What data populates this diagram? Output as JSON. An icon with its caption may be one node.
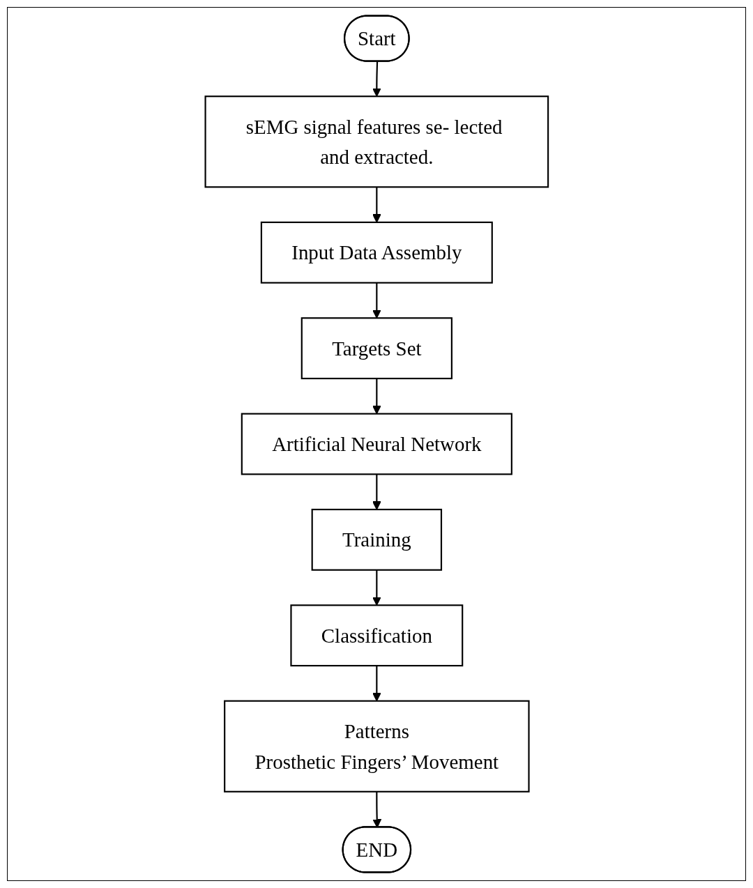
{
  "diagram": {
    "nodes": [
      {
        "text": [
          "Start"
        ]
      },
      {
        "text": [
          "sEMG signal features se- lected and extracted."
        ]
      },
      {
        "text": [
          "Input Data Assembly"
        ]
      },
      {
        "text": [
          "Targets Set"
        ]
      },
      {
        "text": [
          "Artificial Neural Network"
        ]
      },
      {
        "text": [
          "Training"
        ]
      },
      {
        "text": [
          "Classification"
        ]
      },
      {
        "text": [
          "Patterns",
          "Prosthetic Fingers’ Movement"
        ]
      },
      {
        "text": [
          "END"
        ]
      }
    ],
    "edges": [
      {
        "from": 0,
        "to": 1,
        "arrow": "to"
      },
      {
        "from": 1,
        "to": 2,
        "arrow": "to"
      },
      {
        "from": 2,
        "to": 3,
        "arrow": "to"
      },
      {
        "from": 3,
        "to": 4,
        "arrow": "to"
      },
      {
        "from": 4,
        "to": 5,
        "arrow": "to"
      },
      {
        "from": 5,
        "to": 6,
        "arrow": "to"
      },
      {
        "from": 6,
        "to": 7,
        "arrow": "to"
      },
      {
        "from": 7,
        "to": 8,
        "arrow": "to"
      }
    ]
  }
}
